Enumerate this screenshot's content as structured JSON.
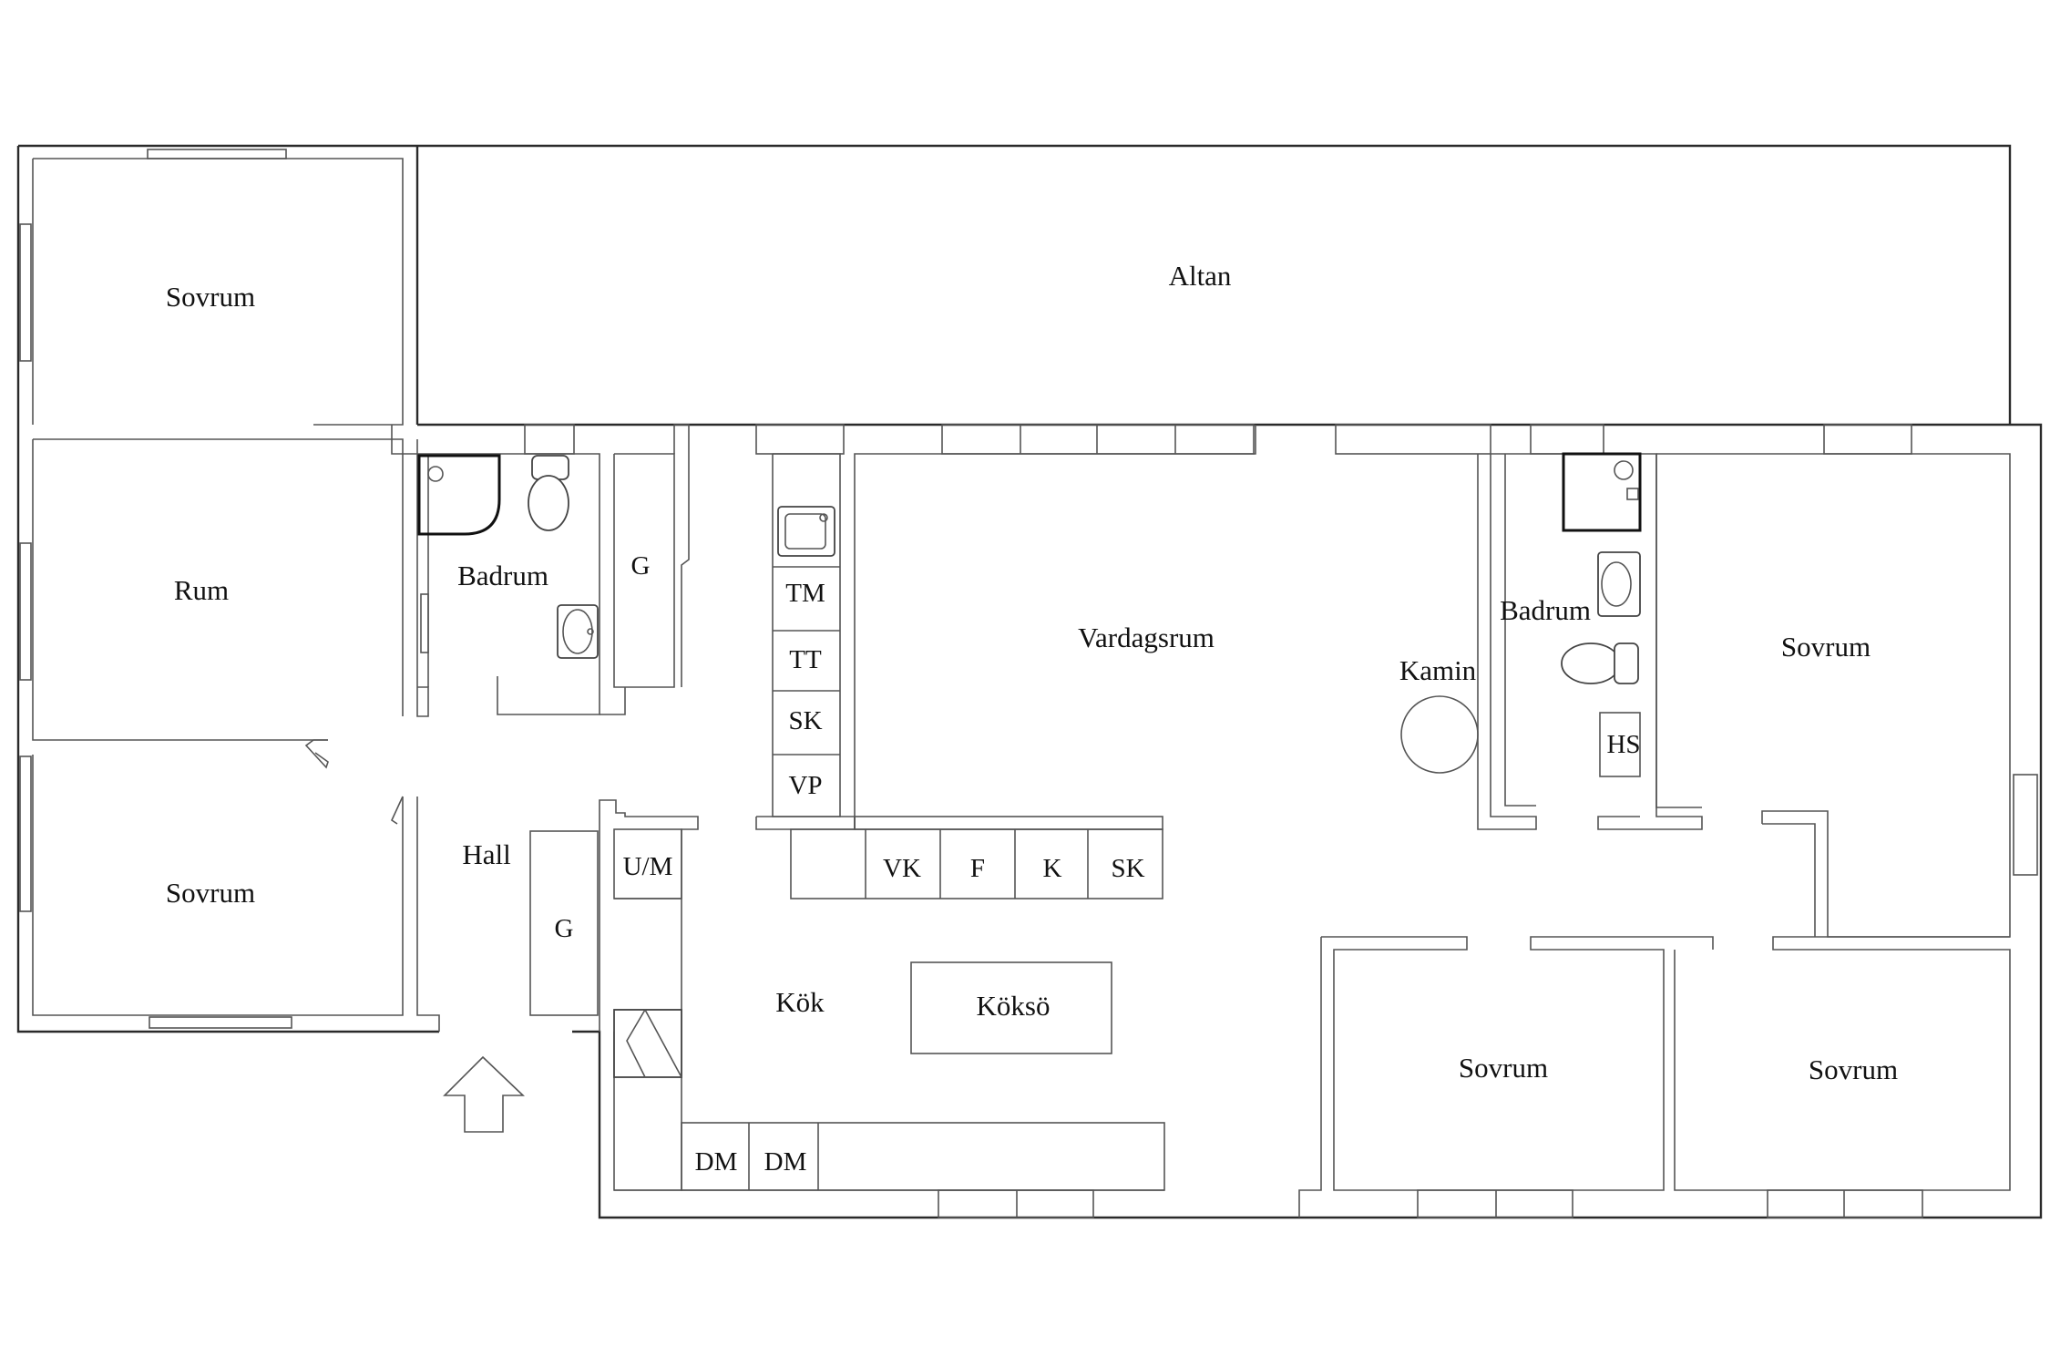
{
  "rooms": {
    "altan": "Altan",
    "sovrum_top_left": "Sovrum",
    "rum": "Rum",
    "sovrum_bottom_left": "Sovrum",
    "badrum_left": "Badrum",
    "hall": "Hall",
    "kok": "Kök",
    "koksö": "Köksö",
    "vardagsrum": "Vardagsrum",
    "kamin": "Kamin",
    "badrum_right": "Badrum",
    "sovrum_right": "Sovrum",
    "sovrum_bottom_mid": "Sovrum",
    "sovrum_bottom_right": "Sovrum"
  },
  "fixtures": {
    "g_closet_upper": "G",
    "g_closet_hall": "G",
    "um": "U/M",
    "tm": "TM",
    "tt": "TT",
    "sk_column": "SK",
    "vp": "VP",
    "vk": "VK",
    "f": "F",
    "k": "K",
    "sk_row": "SK",
    "dm_1": "DM",
    "dm_2": "DM",
    "hs": "HS"
  },
  "icons": {
    "entrance": "entrance-arrow-icon",
    "kamin": "fireplace-circle-icon",
    "sink": "sink-icon",
    "toilet": "toilet-icon",
    "shower": "shower-icon"
  }
}
